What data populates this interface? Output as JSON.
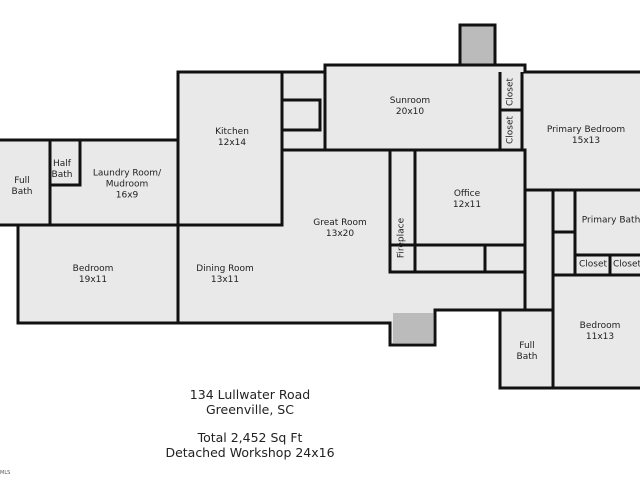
{
  "rooms": {
    "full_bath_left": {
      "name": "Full\nBath"
    },
    "half_bath": {
      "name": "Half\nBath"
    },
    "laundry": {
      "name": "Laundry Room/\nMudroom",
      "size": "16x9"
    },
    "kitchen": {
      "name": "Kitchen",
      "size": "12x14"
    },
    "sunroom": {
      "name": "Sunroom",
      "size": "20x10"
    },
    "closet_1": {
      "name": "Closet"
    },
    "closet_2": {
      "name": "Closet"
    },
    "primary_bedroom": {
      "name": "Primary Bedroom",
      "size": "15x13"
    },
    "office": {
      "name": "Office",
      "size": "12x11"
    },
    "primary_bath": {
      "name": "Primary Bath"
    },
    "great_room": {
      "name": "Great Room",
      "size": "13x20"
    },
    "fireplace": {
      "name": "Fireplace"
    },
    "bedroom_left": {
      "name": "Bedroom",
      "size": "19x11"
    },
    "dining_room": {
      "name": "Dining Room",
      "size": "13x11"
    },
    "closet_3": {
      "name": "Closet"
    },
    "closet_4": {
      "name": "Closet"
    },
    "full_bath_right": {
      "name": "Full\nBath"
    },
    "bedroom_right": {
      "name": "Bedroom",
      "size": "11x13"
    }
  },
  "info": {
    "address1": "134 Lullwater Road",
    "address2": "Greenville, SC",
    "total": "Total 2,452 Sq Ft",
    "workshop": "Detached Workshop 24x16"
  },
  "watermark": "MLS"
}
